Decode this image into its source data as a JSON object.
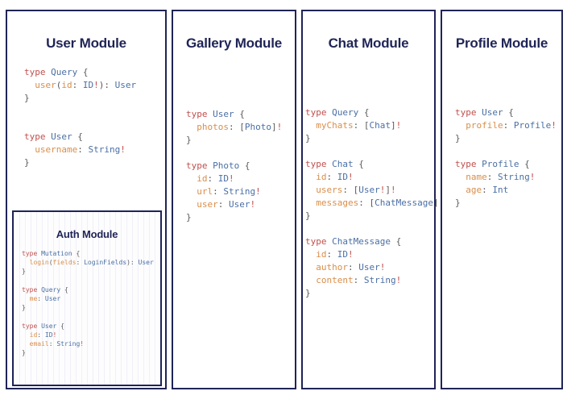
{
  "diagram": {
    "type": "graphql-schema-module-map",
    "background_color": "#ffffff",
    "border_color": "#1f2456",
    "title_color": "#1f2456",
    "syntax_colors": {
      "keyword": "#c0504d",
      "type_name": "#4a6fa5",
      "field_name": "#d98e4a",
      "punctuation": "#5a5a5a",
      "non_null_bang": "#c0504d"
    }
  },
  "panels": {
    "user": {
      "title": "User Module",
      "code_lines": [
        [
          {
            "t": "type ",
            "c": "kw"
          },
          {
            "t": "Query",
            "c": "type"
          },
          {
            "t": " {",
            "c": "punct"
          }
        ],
        [
          {
            "t": "  user",
            "c": "field"
          },
          {
            "t": "(",
            "c": "punct"
          },
          {
            "t": "id",
            "c": "field"
          },
          {
            "t": ": ",
            "c": "punct"
          },
          {
            "t": "ID",
            "c": "type"
          },
          {
            "t": "!",
            "c": "bang"
          },
          {
            "t": "): ",
            "c": "punct"
          },
          {
            "t": "User",
            "c": "type"
          }
        ],
        [
          {
            "t": "}",
            "c": "punct"
          }
        ],
        [
          {
            "t": "",
            "c": "punct"
          }
        ],
        [
          {
            "t": "",
            "c": "punct"
          }
        ],
        [
          {
            "t": "type ",
            "c": "kw"
          },
          {
            "t": "User",
            "c": "type"
          },
          {
            "t": " {",
            "c": "punct"
          }
        ],
        [
          {
            "t": "  username",
            "c": "field"
          },
          {
            "t": ": ",
            "c": "punct"
          },
          {
            "t": "String",
            "c": "type"
          },
          {
            "t": "!",
            "c": "bang"
          }
        ],
        [
          {
            "t": "}",
            "c": "punct"
          }
        ]
      ]
    },
    "auth": {
      "title": "Auth Module",
      "code_lines": [
        [
          {
            "t": "type ",
            "c": "kw"
          },
          {
            "t": "Mutation",
            "c": "type"
          },
          {
            "t": " {",
            "c": "punct"
          }
        ],
        [
          {
            "t": "  login",
            "c": "field"
          },
          {
            "t": "(",
            "c": "punct"
          },
          {
            "t": "fields",
            "c": "field"
          },
          {
            "t": ": ",
            "c": "punct"
          },
          {
            "t": "LoginFields",
            "c": "type"
          },
          {
            "t": "): ",
            "c": "punct"
          },
          {
            "t": "User",
            "c": "type"
          }
        ],
        [
          {
            "t": "}",
            "c": "punct"
          }
        ],
        [
          {
            "t": "",
            "c": "punct"
          }
        ],
        [
          {
            "t": "type ",
            "c": "kw"
          },
          {
            "t": "Query",
            "c": "type"
          },
          {
            "t": " {",
            "c": "punct"
          }
        ],
        [
          {
            "t": "  me",
            "c": "field"
          },
          {
            "t": ": ",
            "c": "punct"
          },
          {
            "t": "User",
            "c": "type"
          }
        ],
        [
          {
            "t": "}",
            "c": "punct"
          }
        ],
        [
          {
            "t": "",
            "c": "punct"
          }
        ],
        [
          {
            "t": "type ",
            "c": "kw"
          },
          {
            "t": "User",
            "c": "type"
          },
          {
            "t": " {",
            "c": "punct"
          }
        ],
        [
          {
            "t": "  id",
            "c": "field"
          },
          {
            "t": ": ",
            "c": "punct"
          },
          {
            "t": "ID",
            "c": "type"
          },
          {
            "t": "!",
            "c": "bang"
          }
        ],
        [
          {
            "t": "  email",
            "c": "field"
          },
          {
            "t": ": ",
            "c": "punct"
          },
          {
            "t": "String",
            "c": "type"
          },
          {
            "t": "!",
            "c": "bang"
          }
        ],
        [
          {
            "t": "}",
            "c": "punct"
          }
        ]
      ]
    },
    "gallery": {
      "title": "Gallery Module",
      "code_lines": [
        [
          {
            "t": "type ",
            "c": "kw"
          },
          {
            "t": "User",
            "c": "type"
          },
          {
            "t": " {",
            "c": "punct"
          }
        ],
        [
          {
            "t": "  photos",
            "c": "field"
          },
          {
            "t": ": [",
            "c": "punct"
          },
          {
            "t": "Photo",
            "c": "type"
          },
          {
            "t": "]",
            "c": "punct"
          },
          {
            "t": "!",
            "c": "bang"
          }
        ],
        [
          {
            "t": "}",
            "c": "punct"
          }
        ],
        [
          {
            "t": "",
            "c": "punct"
          }
        ],
        [
          {
            "t": "type ",
            "c": "kw"
          },
          {
            "t": "Photo",
            "c": "type"
          },
          {
            "t": " {",
            "c": "punct"
          }
        ],
        [
          {
            "t": "  id",
            "c": "field"
          },
          {
            "t": ": ",
            "c": "punct"
          },
          {
            "t": "ID",
            "c": "type"
          },
          {
            "t": "!",
            "c": "bang"
          }
        ],
        [
          {
            "t": "  url",
            "c": "field"
          },
          {
            "t": ": ",
            "c": "punct"
          },
          {
            "t": "String",
            "c": "type"
          },
          {
            "t": "!",
            "c": "bang"
          }
        ],
        [
          {
            "t": "  user",
            "c": "field"
          },
          {
            "t": ": ",
            "c": "punct"
          },
          {
            "t": "User",
            "c": "type"
          },
          {
            "t": "!",
            "c": "bang"
          }
        ],
        [
          {
            "t": "}",
            "c": "punct"
          }
        ]
      ]
    },
    "chat": {
      "title": "Chat Module",
      "code_lines": [
        [
          {
            "t": "type ",
            "c": "kw"
          },
          {
            "t": "Query",
            "c": "type"
          },
          {
            "t": " {",
            "c": "punct"
          }
        ],
        [
          {
            "t": "  myChats",
            "c": "field"
          },
          {
            "t": ": [",
            "c": "punct"
          },
          {
            "t": "Chat",
            "c": "type"
          },
          {
            "t": "]",
            "c": "punct"
          },
          {
            "t": "!",
            "c": "bang"
          }
        ],
        [
          {
            "t": "}",
            "c": "punct"
          }
        ],
        [
          {
            "t": "",
            "c": "punct"
          }
        ],
        [
          {
            "t": "type ",
            "c": "kw"
          },
          {
            "t": "Chat",
            "c": "type"
          },
          {
            "t": " {",
            "c": "punct"
          }
        ],
        [
          {
            "t": "  id",
            "c": "field"
          },
          {
            "t": ": ",
            "c": "punct"
          },
          {
            "t": "ID",
            "c": "type"
          },
          {
            "t": "!",
            "c": "bang"
          }
        ],
        [
          {
            "t": "  users",
            "c": "field"
          },
          {
            "t": ": [",
            "c": "punct"
          },
          {
            "t": "User",
            "c": "type"
          },
          {
            "t": "!",
            "c": "bang"
          },
          {
            "t": "]",
            "c": "punct"
          },
          {
            "t": "!",
            "c": "bang"
          }
        ],
        [
          {
            "t": "  messages",
            "c": "field"
          },
          {
            "t": ": [",
            "c": "punct"
          },
          {
            "t": "ChatMessage",
            "c": "type"
          },
          {
            "t": "]",
            "c": "punct"
          },
          {
            "t": "!",
            "c": "bang"
          }
        ],
        [
          {
            "t": "}",
            "c": "punct"
          }
        ],
        [
          {
            "t": "",
            "c": "punct"
          }
        ],
        [
          {
            "t": "type ",
            "c": "kw"
          },
          {
            "t": "ChatMessage",
            "c": "type"
          },
          {
            "t": " {",
            "c": "punct"
          }
        ],
        [
          {
            "t": "  id",
            "c": "field"
          },
          {
            "t": ": ",
            "c": "punct"
          },
          {
            "t": "ID",
            "c": "type"
          },
          {
            "t": "!",
            "c": "bang"
          }
        ],
        [
          {
            "t": "  author",
            "c": "field"
          },
          {
            "t": ": ",
            "c": "punct"
          },
          {
            "t": "User",
            "c": "type"
          },
          {
            "t": "!",
            "c": "bang"
          }
        ],
        [
          {
            "t": "  content",
            "c": "field"
          },
          {
            "t": ": ",
            "c": "punct"
          },
          {
            "t": "String",
            "c": "type"
          },
          {
            "t": "!",
            "c": "bang"
          }
        ],
        [
          {
            "t": "}",
            "c": "punct"
          }
        ]
      ]
    },
    "profile": {
      "title": "Profile Module",
      "code_lines": [
        [
          {
            "t": "type ",
            "c": "kw"
          },
          {
            "t": "User",
            "c": "type"
          },
          {
            "t": " {",
            "c": "punct"
          }
        ],
        [
          {
            "t": "  profile",
            "c": "field"
          },
          {
            "t": ": ",
            "c": "punct"
          },
          {
            "t": "Profile",
            "c": "type"
          },
          {
            "t": "!",
            "c": "bang"
          }
        ],
        [
          {
            "t": "}",
            "c": "punct"
          }
        ],
        [
          {
            "t": "",
            "c": "punct"
          }
        ],
        [
          {
            "t": "type ",
            "c": "kw"
          },
          {
            "t": "Profile",
            "c": "type"
          },
          {
            "t": " {",
            "c": "punct"
          }
        ],
        [
          {
            "t": "  name",
            "c": "field"
          },
          {
            "t": ": ",
            "c": "punct"
          },
          {
            "t": "String",
            "c": "type"
          },
          {
            "t": "!",
            "c": "bang"
          }
        ],
        [
          {
            "t": "  age",
            "c": "field"
          },
          {
            "t": ": ",
            "c": "punct"
          },
          {
            "t": "Int",
            "c": "type"
          }
        ],
        [
          {
            "t": "}",
            "c": "punct"
          }
        ]
      ]
    }
  }
}
